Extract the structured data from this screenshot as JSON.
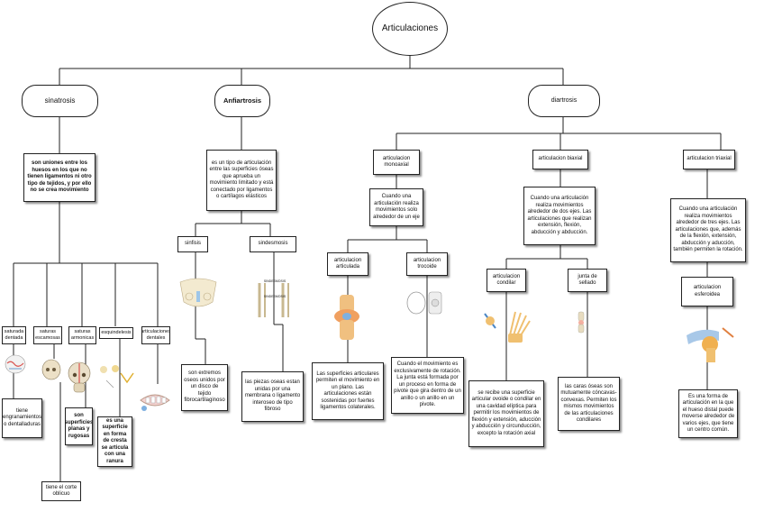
{
  "root": "Articulaciones",
  "branches": {
    "sinartrosis": {
      "title": "sinatrosis",
      "description": "son uniones entre los huesos en los que no tienen ligamentos ni otro tipo de tejidos, y por ello no se crea movimiento",
      "types": {
        "dentada": {
          "label": "saturada dentada",
          "detail": "tiene engranamientos o dentalladuras"
        },
        "escamosa": {
          "label": "saturas escamosas",
          "detail": "tiene el corte oblicuo"
        },
        "armonica": {
          "label": "saturas armonicas",
          "detail": "son superficies planas y rugosas"
        },
        "esquindelesis": {
          "label": "esquindelesis",
          "detail": "es una superficie en forma de cresta se articula con una ranura"
        },
        "dentales": {
          "label": "articulaciones dentales"
        }
      }
    },
    "anfiartrosis": {
      "title": "Anfiartrosis",
      "description": "es un tipo de articulación entre las superficies óseas que aprueba un movimiento limitado y está conectado por ligamentos o cartílagos elásticos",
      "types": {
        "sinfisis": {
          "label": "sinfisis",
          "detail": "son extremos oseos unidos por un disco de tejido fibrocartilaginoso"
        },
        "sindesmosis": {
          "label": "sindesmosis",
          "detail": "las piezas oseas estan unidas por una membrana o ligamento interoseo de tipo fibroso"
        }
      }
    },
    "diartrosis": {
      "title": "diartrosis",
      "monoaxial": {
        "label": "articulacion monoaxial",
        "description": "Cuando una articulación realiza movimientos solo alrededor de un eje",
        "articulada": {
          "label": "articulacion articulada",
          "detail": "Las superficies articulares permiten el movimiento en un plano. Las articulaciones están sostenidas por fuertes ligamentos colaterales."
        },
        "trocoide": {
          "label": "articulacion trocoide",
          "detail": "Cuando el movimiento es exclusivamente de rotación. La junta está formada por un proceso en forma de pivote que gira dentro de un anillo o un anillo en un pivote."
        }
      },
      "biaxial": {
        "label": "articulacion biaxial",
        "description": "Cuando una articulación realiza movimientos alrededor de dos ejes. Las articulaciones que realizan extensión, flexión, abducción y abducción.",
        "condilar": {
          "label": "articulacion condilar",
          "detail": "se recibe una superficie articular ovoide o condilar en una cavidad elíptica para permitir los movimientos de flexión y extensión, aducción y abducción y circunducción, excepto la rotación axial"
        },
        "sillado": {
          "label": "junta de sellado",
          "detail": "las caras óseas son mutuamente cóncavas-convexas. Permiten los mismos movimientos de las articulaciones condilares"
        }
      },
      "triaxial": {
        "label": "articulacion triaxial",
        "description": "Cuando una articulación realiza movimientos alrededor de tres ejes. Las articulaciones que, además de la flexión, extensión, abducción y aducción, también permiten la rotación.",
        "esferoidea": {
          "label": "articulacion esferoidea",
          "detail": "Es una forma de articulación en la que el hueso distal puede moverse alrededor de varios ejes, que tiene un centro común."
        }
      }
    }
  },
  "image_labels": {
    "sindesmosis_top": "SINDESMOSIS",
    "sindesmosis_mid": "SINDESMOSIS"
  },
  "colors": {
    "line": "#222222",
    "border": "#222222",
    "bone": "#e8dcc0",
    "tissue": "#d9534f",
    "blue": "#4a86c5",
    "orange": "#f0a040"
  }
}
